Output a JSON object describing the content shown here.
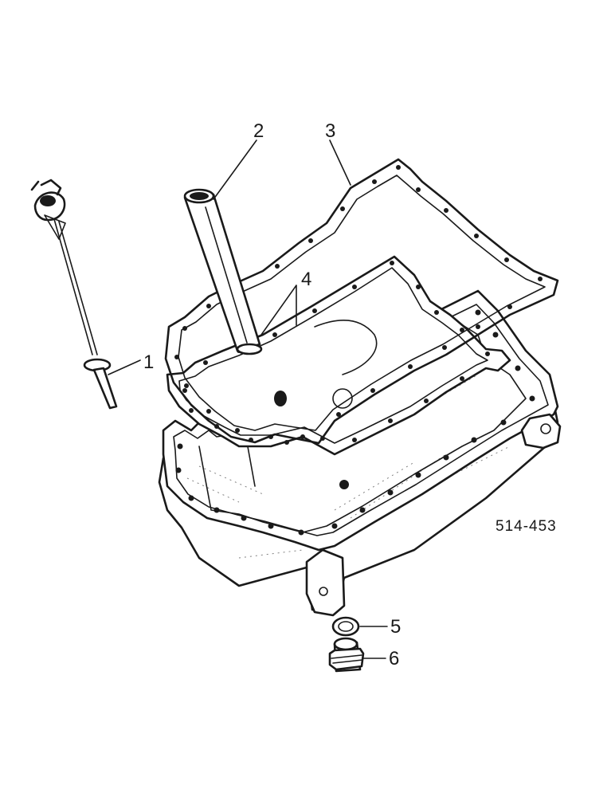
{
  "diagram": {
    "reference_number": "514-453",
    "callouts": [
      {
        "number": "1"
      },
      {
        "number": "2"
      },
      {
        "number": "3"
      },
      {
        "number": "4"
      },
      {
        "number": "5"
      },
      {
        "number": "6"
      }
    ]
  }
}
